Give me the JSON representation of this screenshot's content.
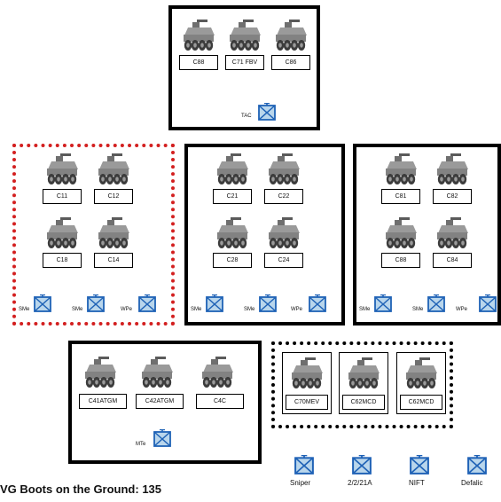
{
  "hq": {
    "labels": [
      "C88",
      "C71 FBV",
      "C86"
    ],
    "tac_label": "TAC"
  },
  "platoon1": {
    "labels": [
      "C11",
      "C12",
      "C18",
      "C14"
    ],
    "sym_labels": [
      "SMe",
      "SMe",
      "WPe"
    ]
  },
  "platoon2": {
    "labels": [
      "C21",
      "C22",
      "C28",
      "C24"
    ],
    "sym_labels": [
      "SMe",
      "SMe",
      "WPe"
    ]
  },
  "platoon3": {
    "labels": [
      "C81",
      "C82",
      "C88",
      "C84"
    ],
    "sym_labels": [
      "SMe",
      "SMe",
      "WPe"
    ]
  },
  "weapons": {
    "labels": [
      "C41ATGM",
      "C42ATGM",
      "C4C"
    ],
    "sym_label": "MTe"
  },
  "support": {
    "labels": [
      "C70MEV",
      "C62MCD",
      "C62MCD"
    ]
  },
  "legend": [
    "Sniper",
    "2/2/21A",
    "NIFT",
    "Defalic"
  ],
  "footer": "VG Boots on the Ground:  135",
  "colors": {
    "symbol_fill": "#b9d6ec",
    "symbol_stroke": "#1f62b6",
    "vehicle": "#8a8a8a"
  }
}
